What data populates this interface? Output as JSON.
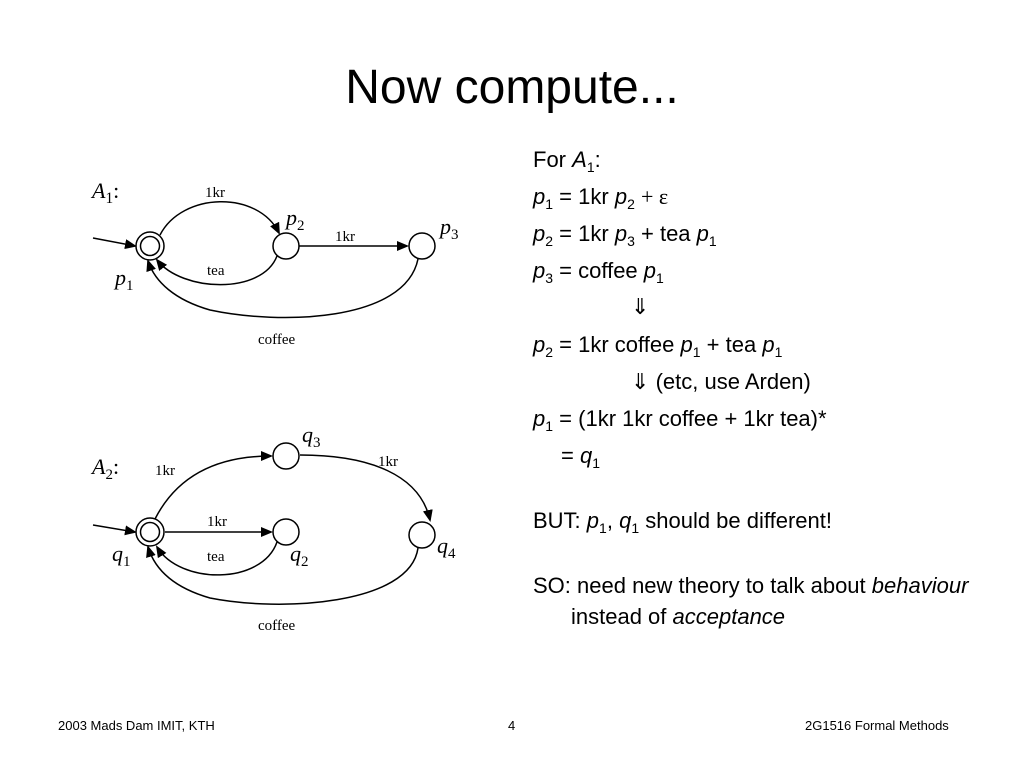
{
  "title": "Now compute...",
  "automaton_a1": {
    "label_main": "A",
    "label_sub": "1",
    "label_colon": ":",
    "states": {
      "p1": {
        "name": "p",
        "sub": "1"
      },
      "p2": {
        "name": "p",
        "sub": "2"
      },
      "p3": {
        "name": "p",
        "sub": "3"
      }
    },
    "edges": {
      "p1_p2": "1kr",
      "p2_p3": "1kr",
      "p2_p1": "tea",
      "p3_p1": "coffee"
    }
  },
  "automaton_a2": {
    "label_main": "A",
    "label_sub": "2",
    "label_colon": ":",
    "states": {
      "q1": {
        "name": "q",
        "sub": "1"
      },
      "q2": {
        "name": "q",
        "sub": "2"
      },
      "q3": {
        "name": "q",
        "sub": "3"
      },
      "q4": {
        "name": "q",
        "sub": "4"
      }
    },
    "edges": {
      "q1_q3": "1kr",
      "q3_q4": "1kr",
      "q1_q2": "1kr",
      "q2_q1": "tea",
      "q4_q1": "coffee"
    }
  },
  "equations": {
    "for_prefix": "For ",
    "for_var": "A",
    "for_sub": "1",
    "for_suffix": ":",
    "p1_eq": "= 1kr",
    "p1_tail": "+ ε",
    "p2_eq": "= 1kr",
    "p2_mid": "+ tea",
    "p3_eq": "= coffee",
    "arrow": "⇓",
    "p2b_eq": "= 1kr coffee",
    "p2b_mid": "+ tea",
    "arrow_note": "(etc, use Arden)",
    "p1b_eq": "= (1kr 1kr coffee + 1kr tea)*",
    "q1_eq": "=",
    "but_prefix": "BUT: ",
    "but_sep": ", ",
    "but_suffix": " should be different!",
    "so_prefix": "SO: need new theory to talk about ",
    "so_em1": "behaviour",
    "so_mid": " instead of ",
    "so_em2": "acceptance"
  },
  "footer": {
    "left": "2003 Mads Dam IMIT, KTH",
    "page": "4",
    "right": "2G1516 Formal Methods"
  }
}
